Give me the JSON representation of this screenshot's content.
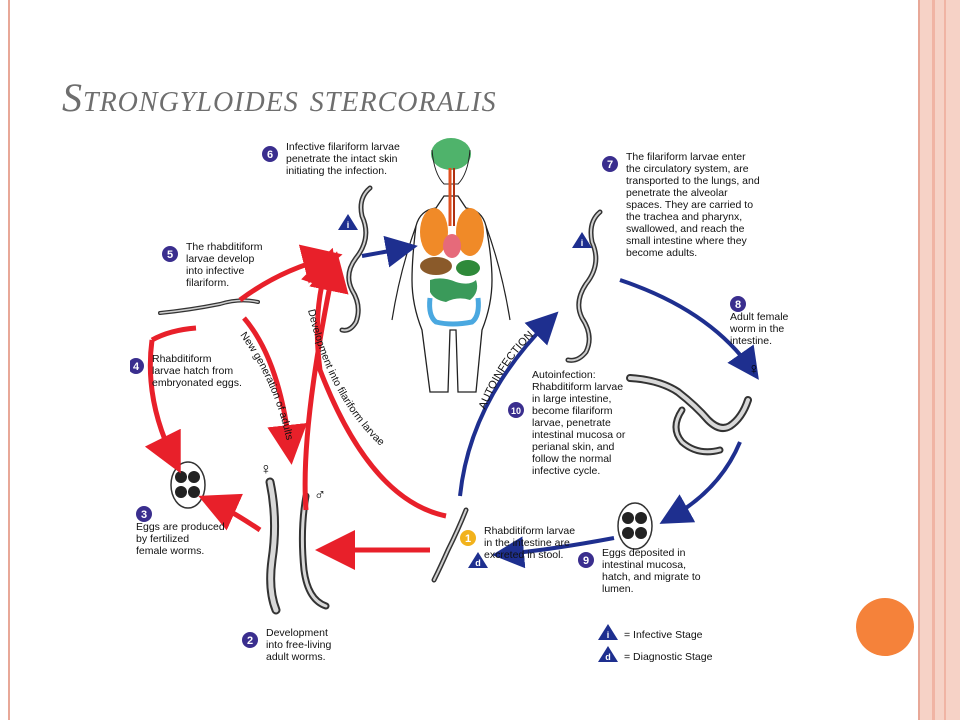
{
  "title": "Strongyloides stercoralis",
  "colors": {
    "red": "#e8202a",
    "blue": "#1e2f8f",
    "badge": "#3a2e8e",
    "dot": "#f5823a"
  },
  "steps": [
    {
      "num": "1",
      "text": [
        "Rhabditiform larvae",
        "in the intestine are",
        "excreted in stool."
      ]
    },
    {
      "num": "2",
      "text": [
        "Development",
        "into free-living",
        "adult worms."
      ]
    },
    {
      "num": "3",
      "text": [
        "Eggs are produced",
        "by fertilized",
        "female worms."
      ]
    },
    {
      "num": "4",
      "text": [
        "Rhabditiform",
        "larvae hatch from",
        "embryonated eggs."
      ]
    },
    {
      "num": "5",
      "text": [
        "The rhabditiform",
        "larvae develop",
        "into infective",
        "filariform."
      ]
    },
    {
      "num": "6",
      "text": [
        "Infective filariform larvae",
        "penetrate the intact skin",
        "initiating the infection."
      ]
    },
    {
      "num": "7",
      "text": [
        "The filariform larvae enter",
        "the circulatory system, are",
        "transported to the lungs, and",
        "penetrate the alveolar",
        "spaces.  They are carried to",
        "the trachea and pharynx,",
        "swallowed, and reach the",
        "small intestine where they",
        "become adults."
      ]
    },
    {
      "num": "8",
      "text": [
        "Adult female",
        "worm in the",
        "intestine."
      ]
    },
    {
      "num": "9",
      "text": [
        "Eggs deposited in",
        "intestinal mucosa,",
        "hatch, and migrate to",
        "lumen."
      ]
    },
    {
      "num": "10",
      "text": [
        "Autoinfection:",
        "Rhabditiform larvae",
        "in large intestine,",
        "become filariform",
        "larvae, penetrate",
        "intestinal mucosa or",
        "perianal skin, and",
        "follow the normal",
        "infective cycle."
      ]
    }
  ],
  "arrow_labels": {
    "new_generation": "New generation of adults",
    "development_filariform": "Development into filariform larvae",
    "autoinfection": "AUTOINFECTION"
  },
  "stage_badges": {
    "infective": "i",
    "diagnostic": "d"
  },
  "legend": [
    {
      "badge": "i",
      "text": "= Infective Stage"
    },
    {
      "badge": "d",
      "text": "= Diagnostic Stage"
    }
  ],
  "sex_symbols": {
    "female": "♀",
    "male": "♂"
  }
}
